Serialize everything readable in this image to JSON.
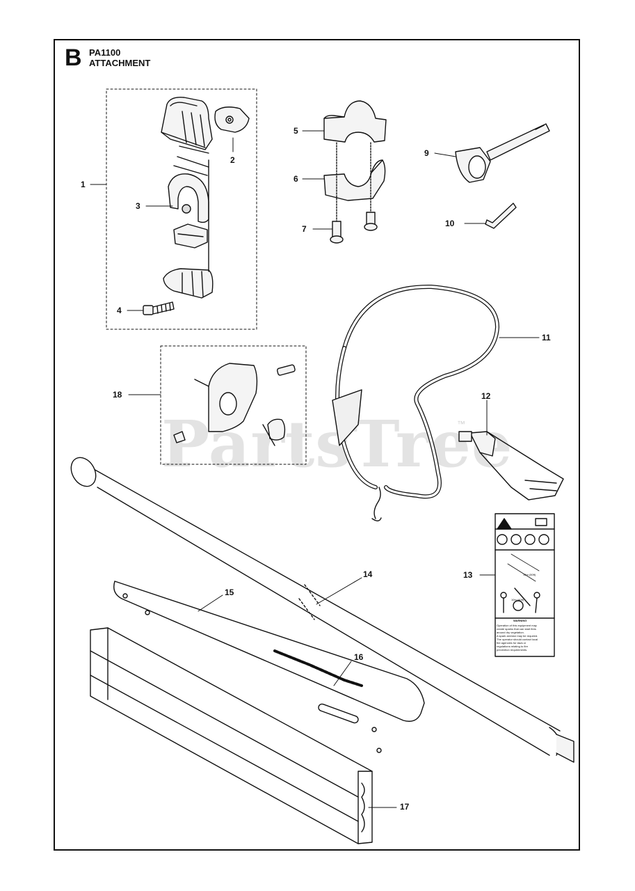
{
  "section": {
    "letter": "B",
    "model": "PA1100",
    "title": "ATTACHMENT"
  },
  "watermark": {
    "text": "PartsTree",
    "tm": "™"
  },
  "callouts": {
    "c1": "1",
    "c2": "2",
    "c3": "3",
    "c4": "4",
    "c5": "5",
    "c6": "6",
    "c7": "7",
    "c9": "9",
    "c10": "10",
    "c11": "11",
    "c12": "12",
    "c13": "13",
    "c14": "14",
    "c15": "15",
    "c16": "16",
    "c17": "17",
    "c18": "18"
  },
  "decal": {
    "dist1": "15m (50ft)",
    "dist2": "10m (40ft)",
    "warning": "WARNING",
    "text": [
      "Operation of this equipment may",
      "create sparks that can start fires",
      "around dry vegetation.",
      "A spark arrestor may be required.",
      "The operator should contact local",
      "fire agencies for laws or",
      "regulations relating to fire",
      "prevention requirements."
    ]
  },
  "colors": {
    "line": "#111111",
    "watermark": "#e3e3e3"
  }
}
